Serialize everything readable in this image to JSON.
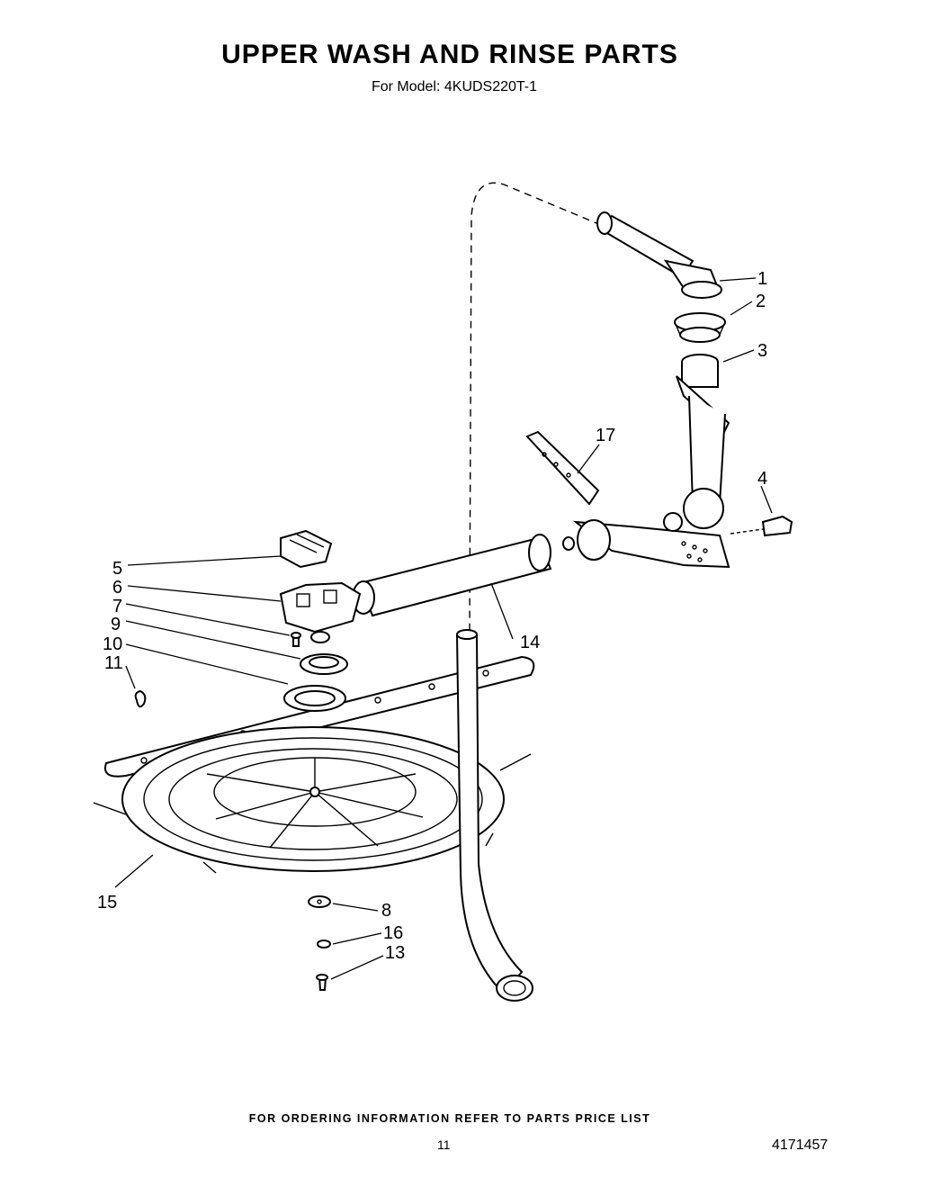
{
  "header": {
    "title": "UPPER WASH AND RINSE PARTS",
    "subtitle": "For Model: 4KUDS220T-1"
  },
  "callouts": [
    {
      "id": "c1",
      "label": "1"
    },
    {
      "id": "c2",
      "label": "2"
    },
    {
      "id": "c3",
      "label": "3"
    },
    {
      "id": "c4",
      "label": "4"
    },
    {
      "id": "c5",
      "label": "5"
    },
    {
      "id": "c6",
      "label": "6"
    },
    {
      "id": "c7",
      "label": "7"
    },
    {
      "id": "c8",
      "label": "8"
    },
    {
      "id": "c9",
      "label": "9"
    },
    {
      "id": "c10",
      "label": "10"
    },
    {
      "id": "c11",
      "label": "11"
    },
    {
      "id": "c13",
      "label": "13"
    },
    {
      "id": "c14",
      "label": "14"
    },
    {
      "id": "c15",
      "label": "15"
    },
    {
      "id": "c16",
      "label": "16"
    },
    {
      "id": "c17",
      "label": "17"
    }
  ],
  "footer": {
    "ordering_note": "FOR ORDERING INFORMATION REFER TO PARTS PRICE LIST",
    "page_number": "11",
    "document_number": "4171457"
  }
}
